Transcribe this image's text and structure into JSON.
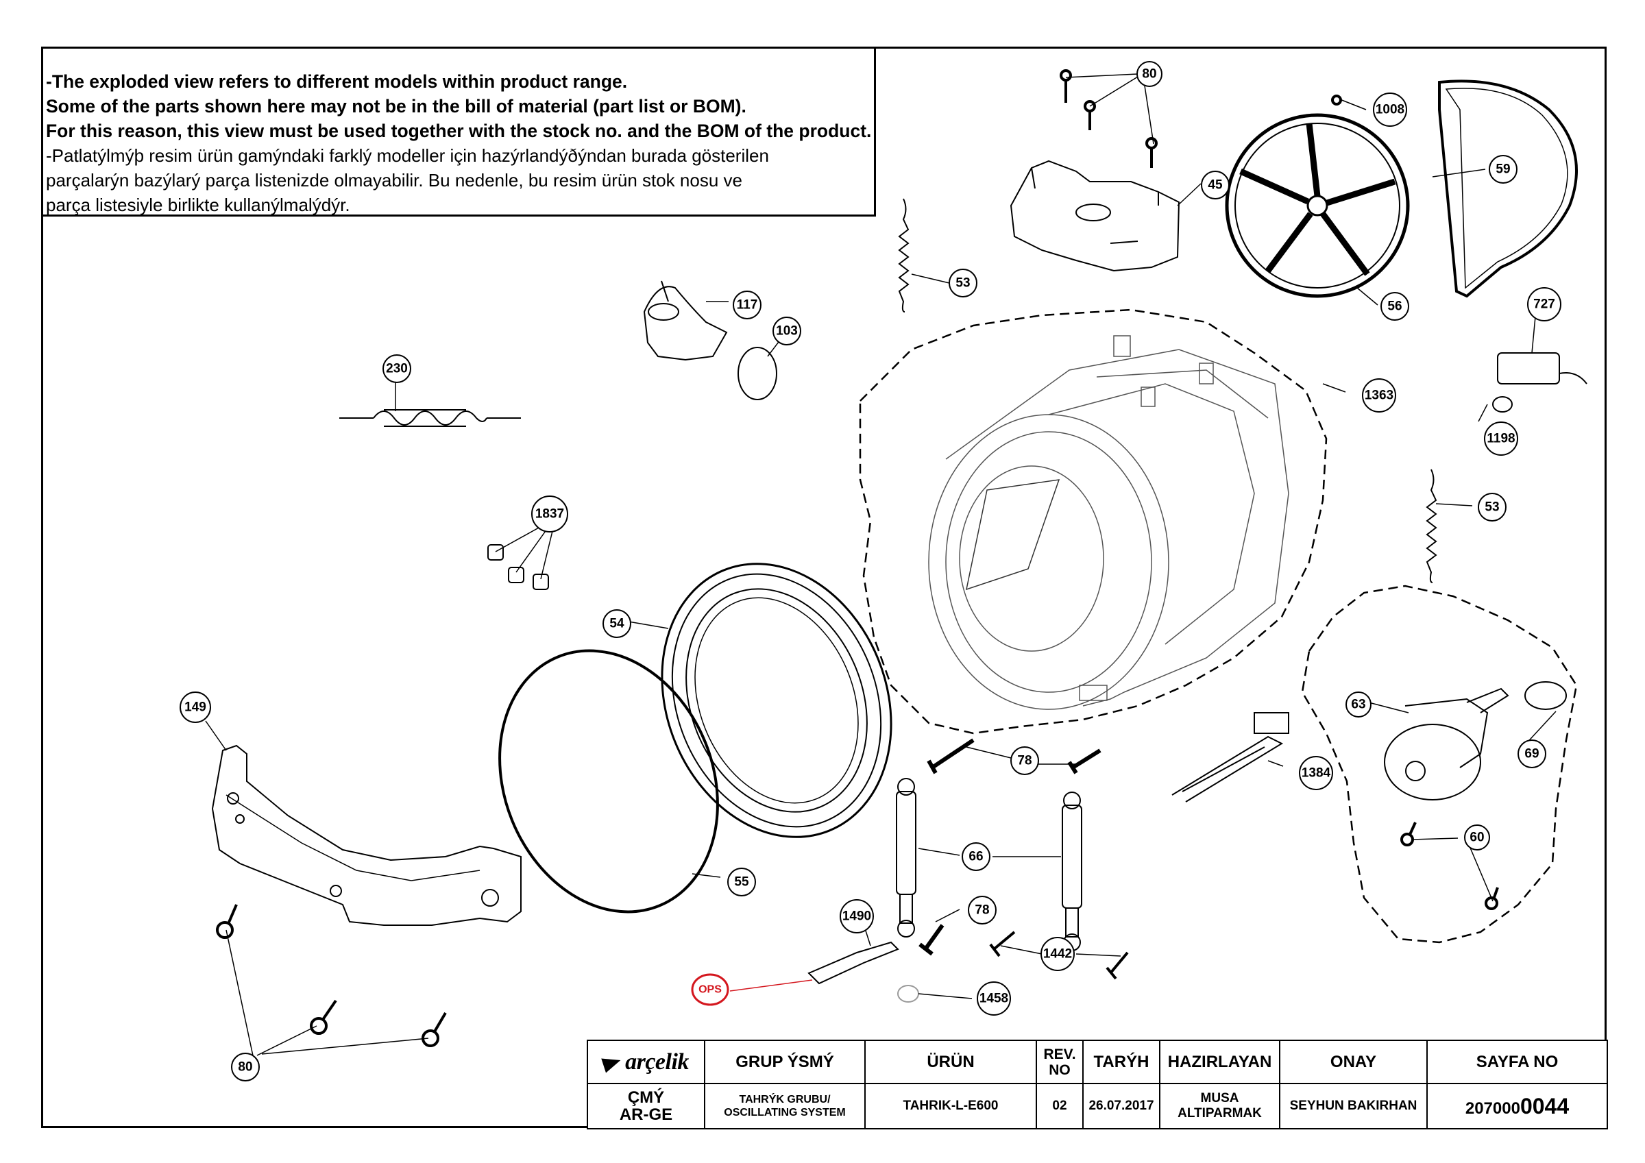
{
  "note": {
    "en": [
      "-The exploded view refers to different models within product range.",
      " Some of the parts shown here may not be in the bill of material (part list or BOM).",
      " For this reason, this view must be used together with the stock no. and the BOM of the product."
    ],
    "tr": [
      "-Patlatýlmýþ resim ürün gamýndaki farklý modeller için hazýrlandýðýndan burada gösterilen",
      " parçalarýn bazýlarý parça listenizde olmayabilir. Bu nedenle, bu resim ürün stok nosu ve",
      " parça listesiyle birlikte kullanýlmalýdýr."
    ]
  },
  "part_labels": {
    "p80_top": "80",
    "p1008": "1008",
    "p45": "45",
    "p59": "59",
    "p53_top": "53",
    "p117": "117",
    "p103": "103",
    "p56": "56",
    "p727": "727",
    "p230": "230",
    "p1363": "1363",
    "p1198": "1198",
    "p53_right": "53",
    "p1837": "1837",
    "p54": "54",
    "p149": "149",
    "p63": "63",
    "p69": "69",
    "p78_a": "78",
    "p1384": "1384",
    "p66": "66",
    "p60": "60",
    "p55": "55",
    "p1490": "1490",
    "p78_b": "78",
    "p1442": "1442",
    "ops": "OPS",
    "p1458": "1458",
    "p80_bottom": "80"
  },
  "title_block": {
    "logo": "arçelik",
    "headers": {
      "group": "GRUP ÝSMÝ",
      "product": "ÜRÜN",
      "rev": "REV.\nNO",
      "date": "TARÝH",
      "prepared": "HAZIRLAYAN",
      "approved": "ONAY",
      "page": "SAYFA NO"
    },
    "values": {
      "dept": "ÇMÝ\nAR-GE",
      "group": "TAHRÝK GRUBU/\nOSCILLATING SYSTEM",
      "product": "TAHRIK-L-E600",
      "rev": "02",
      "date": "26.07.2017",
      "prepared": "MUSA ALTIPARMAK",
      "approved": "SEYHUN BAKIRHAN",
      "page_prefix": "207000",
      "page_suffix": "0044"
    }
  },
  "colors": {
    "ink": "#000000",
    "ops_red": "#d4171e",
    "faint": "#9a9a9a"
  }
}
